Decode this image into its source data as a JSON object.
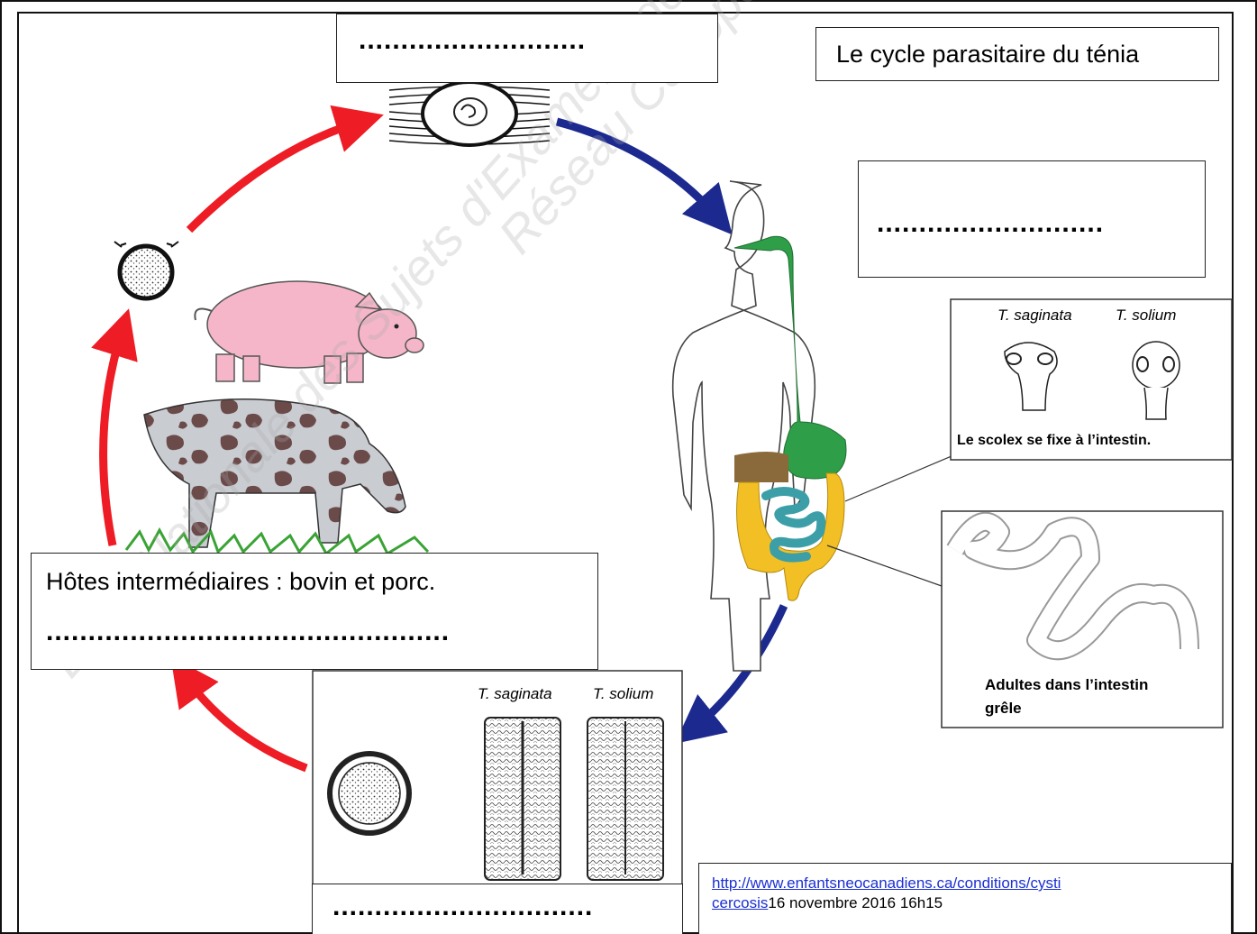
{
  "title": "Le cycle parasitaire du ténia",
  "blanks": {
    "top": "...........................",
    "right": "...........................",
    "hosts": "................................................",
    "bottom": "..............................."
  },
  "hosts_label": "Hôtes intermédiaires : bovin et porc.",
  "scolex": {
    "label_a": "T. saginata",
    "label_b": "T. solium",
    "caption": "Le scolex se fixe à l’intestin."
  },
  "adults": {
    "caption_line1": "Adultes dans l’intestin",
    "caption_line2": "grêle"
  },
  "eggs": {
    "label_a": "T. saginata",
    "label_b": "T. solium"
  },
  "source": {
    "link_line1": "http://www.enfantsneocanadiens.ca/conditions/cysti",
    "link_line2": "cercosis",
    "date": "16 novembre 2016 16h15"
  },
  "watermarks": [
    "Base Nationale des Sujets d'Examens de",
    "Réseau Canopé"
  ],
  "colors": {
    "host_arrows": "#ee1c24",
    "human_arrows": "#1c2a8f",
    "digestive_tract": "#2e9e48",
    "large_intestine": "#f2c025",
    "small_intestine": "#3c9fa8",
    "liver": "#8a6a3a",
    "pig": "#f4b6c8",
    "cow_patches": "#6b4a4a"
  },
  "icons": [
    "cyst-in-muscle-icon",
    "human-body-icon",
    "pig-icon",
    "cow-icon",
    "egg-icon",
    "onchosphere-icon",
    "proglottid-icon",
    "scolex-icon",
    "tapeworm-icon"
  ]
}
